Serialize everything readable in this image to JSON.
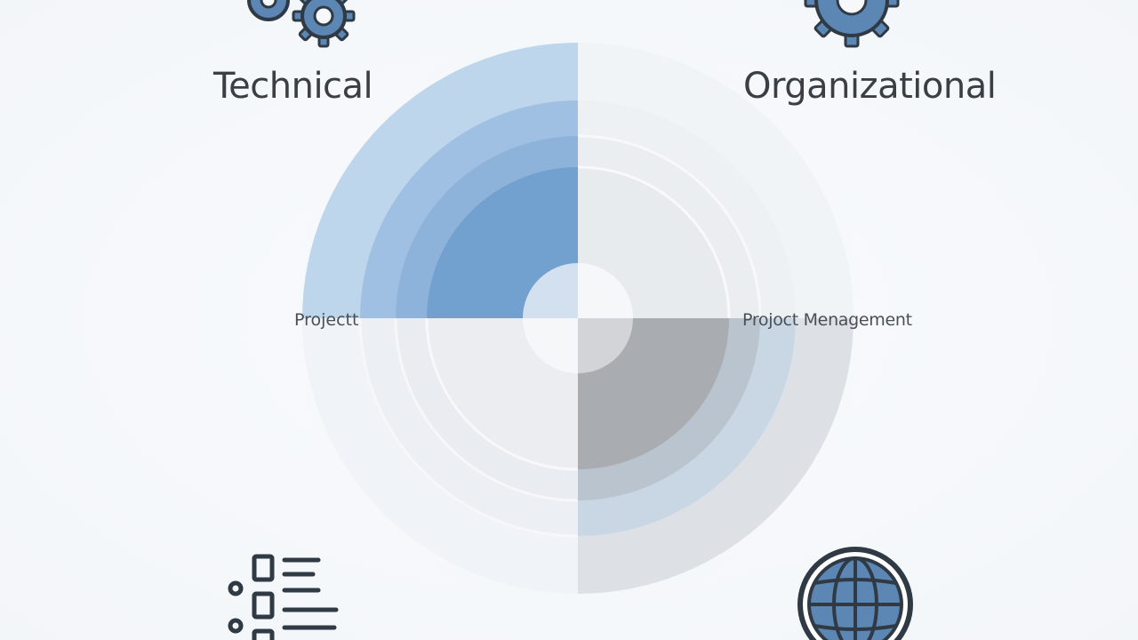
{
  "labels": {
    "top_left": "Technical",
    "top_right": "Organizational",
    "middle_left": "Projectt",
    "middle_right": "Projoct Menagement"
  },
  "icons": {
    "top_left": "gears-icon",
    "top_right": "gear-icon",
    "bottom_left": "checklist-icon",
    "bottom_right": "globe-icon"
  },
  "colors": {
    "accent_blue": "#6d9cc9",
    "light_blue": "#b9d3ea",
    "mid_blue": "#90b5dc",
    "gray_quadrant": "#a9acb0",
    "icon_dark": "#2f3a45",
    "icon_fill": "#5c86b4",
    "text": "#3a3f45"
  }
}
